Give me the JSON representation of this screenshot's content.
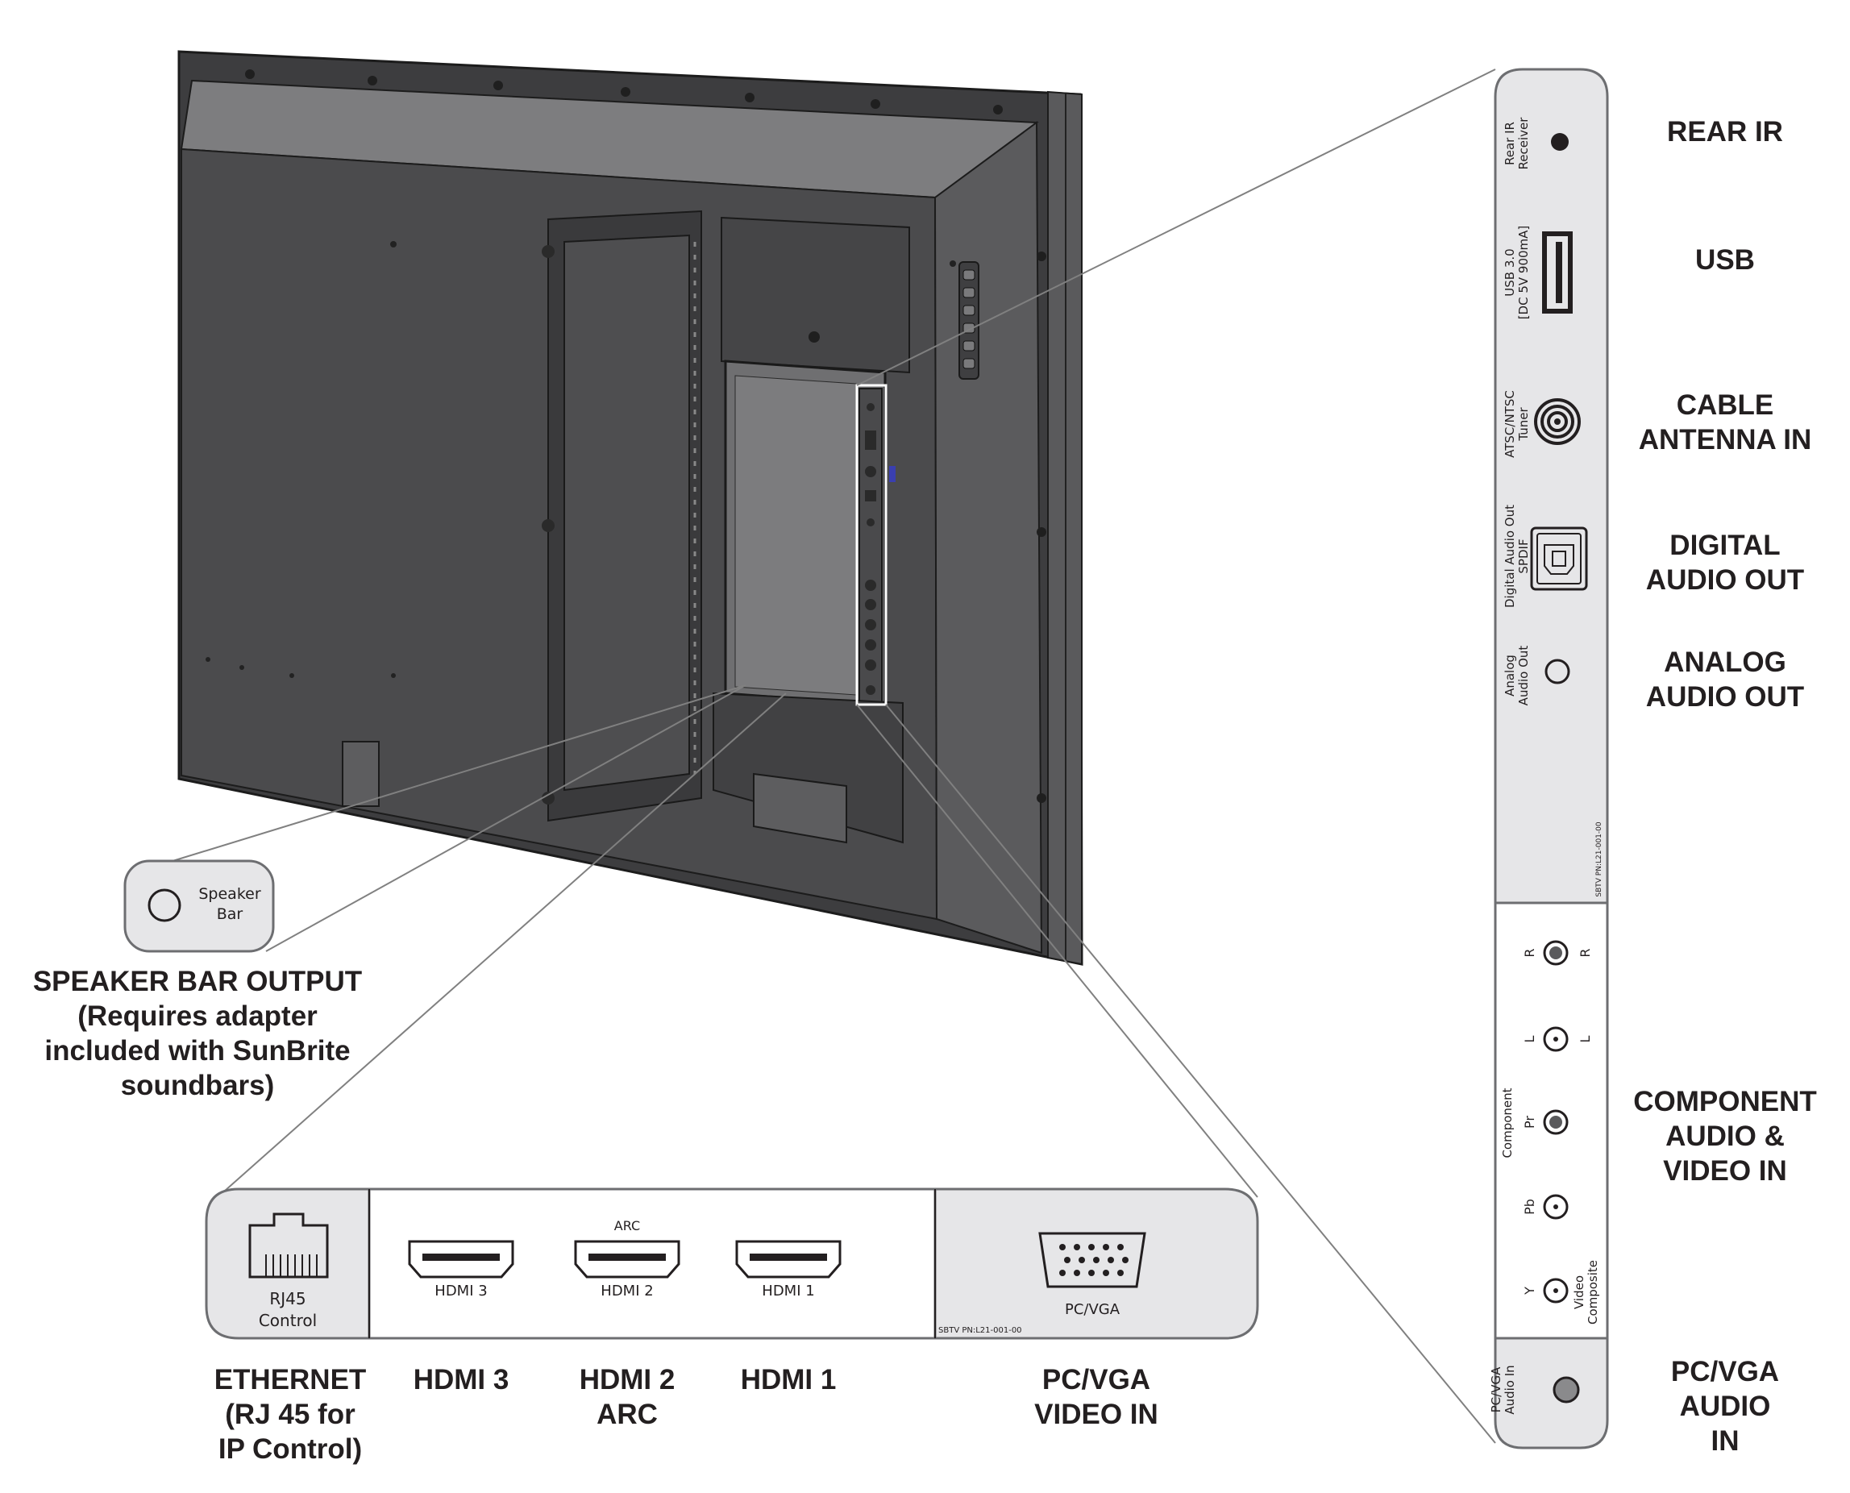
{
  "right_panel": {
    "rear_ir_label": "Rear IR\nReceiver",
    "usb_label": "USB 3.0\n[DC 5V 900mA]",
    "tuner_label": "ATSC/NTSC\nTuner",
    "spdif_label": "Digital Audio Out\nSPDIF",
    "analog_label": "Analog\nAudio Out",
    "part_number": "SBTV PN:L21-001-00",
    "component_label": "Component",
    "jacks_left": [
      "R",
      "L",
      "Pr",
      "Pb",
      "Y"
    ],
    "jacks_right": [
      "R",
      "L"
    ],
    "composite_label": "Video\nComposite",
    "pcvga_audio_label": "PC/VGA\nAudio In"
  },
  "callouts": {
    "rear_ir": "REAR IR",
    "usb": "USB",
    "cable_antenna": "CABLE\nANTENNA IN",
    "digital_audio": "DIGITAL\nAUDIO OUT",
    "analog_audio": "ANALOG\nAUDIO OUT",
    "component": "COMPONENT\nAUDIO &\nVIDEO IN",
    "pcvga_audio": "PC/VGA\nAUDIO\nIN",
    "speaker_bar": "SPEAKER BAR OUTPUT\n(Requires adapter\nincluded with SunBrite\nsoundbars)",
    "ethernet": "ETHERNET\n(RJ 45 for\nIP Control)",
    "hdmi3": "HDMI 3",
    "hdmi2": "HDMI 2\nARC",
    "hdmi1": "HDMI 1",
    "pcvga_video": "PC/VGA\nVIDEO IN"
  },
  "speaker_box": {
    "label": "Speaker\nBar"
  },
  "bottom_panel": {
    "rj45_label": "RJ45",
    "control_label": "Control",
    "hdmi3_label": "HDMI 3",
    "arc_label": "ARC",
    "hdmi2_label": "HDMI 2",
    "hdmi1_label": "HDMI 1",
    "pcvga_label": "PC/VGA",
    "part_number": "SBTV PN:L21-001-00"
  },
  "colors": {
    "tv_body": "#4d4d4f",
    "tv_dark": "#3a3a3c",
    "tv_light": "#7a7a7c",
    "panel_fill": "#e6e6e8",
    "panel_white": "#ffffff",
    "stroke": "#231f20",
    "leader": "#808080"
  }
}
